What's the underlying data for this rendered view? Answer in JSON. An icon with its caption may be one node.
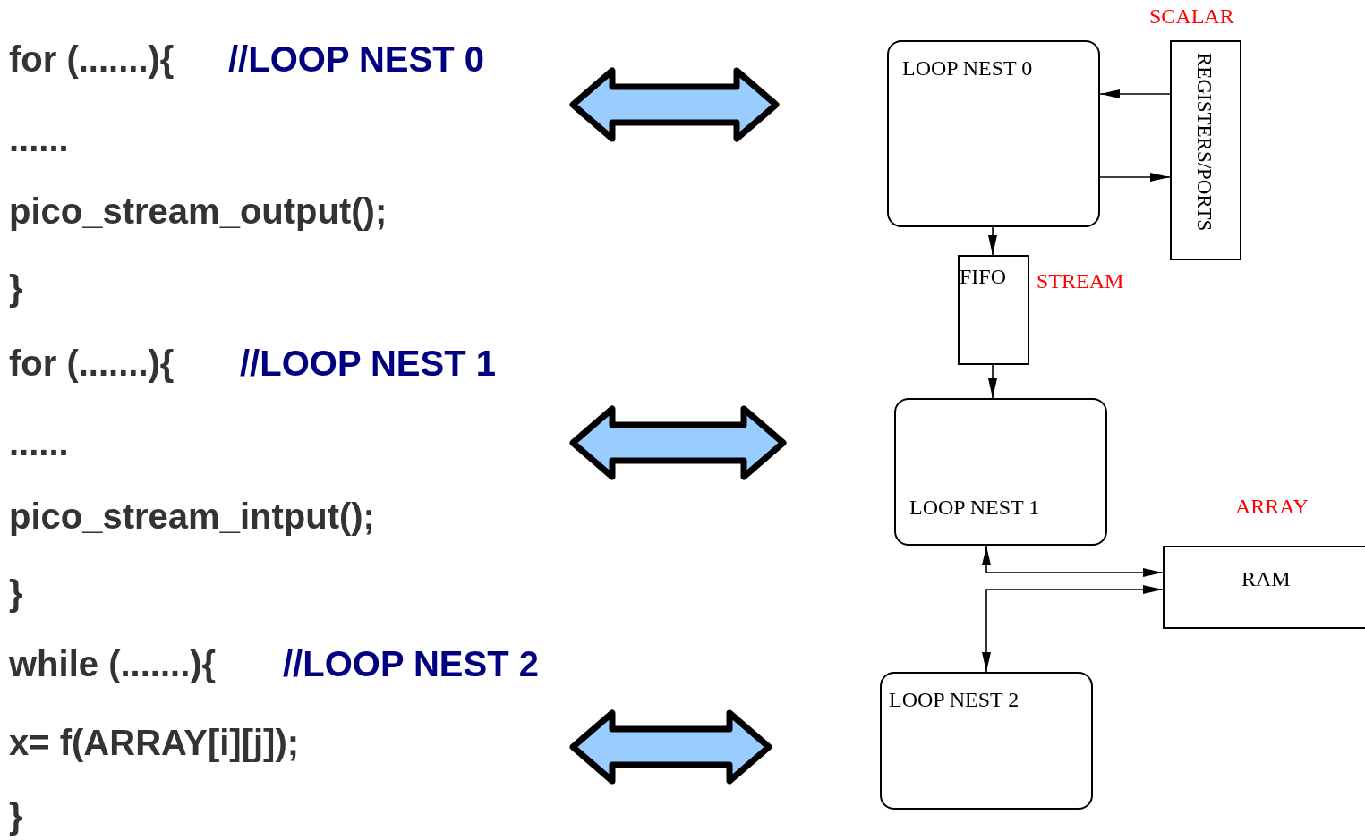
{
  "diagram": {
    "nodes": [
      {
        "text": [
          "for (.......){",
          "//LOOP NEST 0",
          "......",
          "pico_stream_output();",
          "}"
        ]
      },
      {
        "text": [
          "for (.......){",
          "//LOOP NEST 1",
          "......",
          "pico_stream_intput();",
          "}"
        ]
      },
      {
        "text": [
          "while (.......){",
          "//LOOP NEST 2",
          "x= f(ARRAY[i][j]);",
          "}"
        ]
      },
      {
        "text": [
          "LOOP NEST 0"
        ]
      },
      {
        "text": [
          "REGISTERS/PORTS"
        ],
        "beside": [
          "SCALAR"
        ]
      },
      {
        "text": [
          "FIFO"
        ],
        "beside": [
          "STREAM"
        ]
      },
      {
        "text": [
          "LOOP NEST 1"
        ]
      },
      {
        "text": [
          "RAM"
        ],
        "beside": [
          "ARRAY"
        ]
      },
      {
        "text": [
          "LOOP NEST 2"
        ]
      }
    ],
    "edges": [
      {
        "from": 0,
        "to": 3,
        "arrow": "both",
        "style": "thick",
        "color": "#99ccff"
      },
      {
        "from": 1,
        "to": 6,
        "arrow": "both",
        "style": "thick",
        "color": "#99ccff"
      },
      {
        "from": 2,
        "to": 8,
        "arrow": "both",
        "style": "thick",
        "color": "#99ccff"
      },
      {
        "from": 4,
        "to": 3,
        "arrow": "to"
      },
      {
        "from": 3,
        "to": 4,
        "arrow": "to"
      },
      {
        "from": 3,
        "to": 5,
        "arrow": "to"
      },
      {
        "from": 5,
        "to": 6,
        "arrow": "to"
      },
      {
        "from": 6,
        "to": 7,
        "arrow": "both"
      },
      {
        "from": 7,
        "to": 8,
        "arrow": "both"
      }
    ]
  }
}
